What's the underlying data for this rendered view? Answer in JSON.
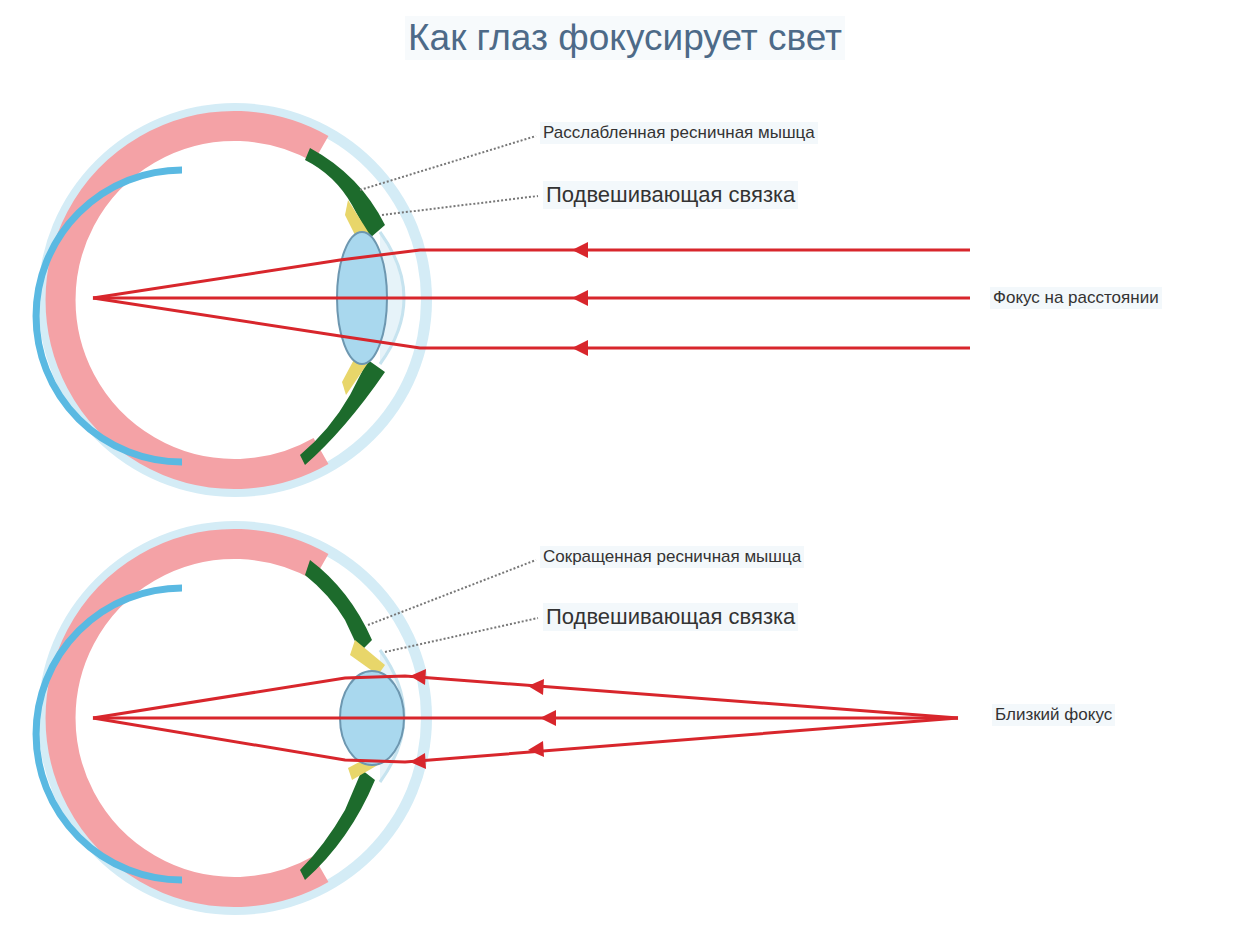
{
  "diagram": {
    "title": "Как глаз фокусирует свет",
    "labels": [
      "Расслабленная ресничная мышца",
      "Подвешивающая связка",
      "Фокус на расстоянии",
      "Сокращенная ресничная мышца",
      "Подвешивающая связка",
      "Близкий фокус"
    ]
  }
}
